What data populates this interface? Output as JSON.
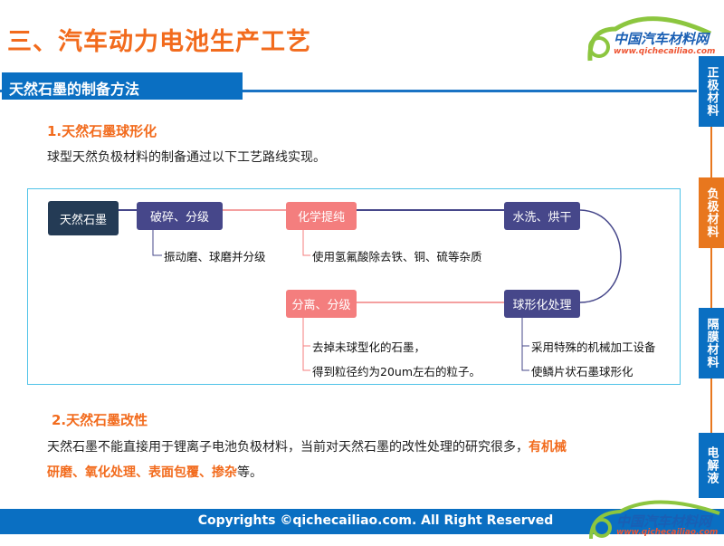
{
  "header": {
    "title": "三、汽车动力电池生产工艺",
    "logo_cn": "中国汽车材料网",
    "logo_url": "www.qichecailiao.com"
  },
  "section": {
    "title": "天然石墨的制备方法"
  },
  "part1": {
    "heading": "1.天然石墨球形化",
    "intro": "球型天然负极材料的制备通过以下工艺路线实现。"
  },
  "diagram": {
    "nodes": [
      "天然石墨",
      "破碎、分级",
      "化学提纯",
      "水洗、烘干",
      "球形化处理",
      "分离、分级"
    ],
    "notes": [
      "振动磨、球磨并分级",
      "使用氢氟酸除去铁、铜、硫等杂质",
      "去掉未球型化的石墨，",
      "得到粒径约为20um左右的粒子。",
      "采用特殊的机械加工设备",
      "使鳞片状石墨球形化"
    ]
  },
  "part2": {
    "heading": "2.天然石墨改性",
    "text": "天然石墨不能直接用于锂离子电池负极材料，当前对天然石墨的改性处理的研究很多，",
    "highlight": "有机械研磨、氧化处理、表面包覆、掺杂",
    "tail": "等。"
  },
  "sidebar": {
    "tabs": [
      "正极材料",
      "负极材料",
      "隔膜材料",
      "电解液"
    ],
    "active": 1
  },
  "footer": {
    "copyright": "Copyrights ©qichecailiao.com. All Right Reserved"
  },
  "colors": {
    "orange": "#f26b1d",
    "blue": "#0a6fc2",
    "node_dark": "#243b55",
    "node_blue": "#46478a",
    "node_pink": "#f47e7e"
  }
}
